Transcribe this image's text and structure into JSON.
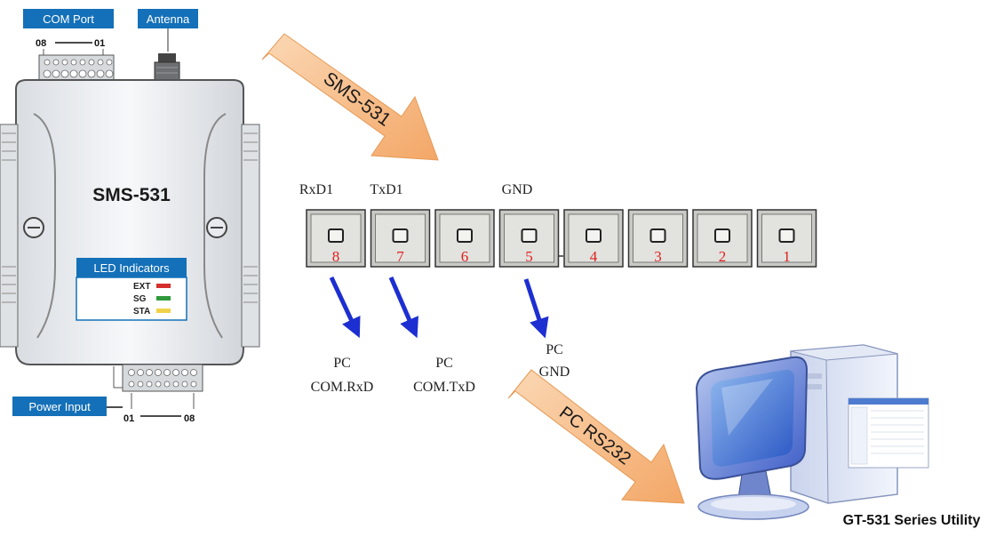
{
  "device": {
    "name": "SMS-531",
    "com_port_label": "COM Port",
    "com_port_left": "08",
    "com_port_right": "01",
    "antenna_label": "Antenna",
    "led_title": "LED Indicators",
    "leds": [
      {
        "label": "EXT",
        "color": "#d62e2e"
      },
      {
        "label": "SG",
        "color": "#2f9a3c"
      },
      {
        "label": "STA",
        "color": "#f0d24a"
      }
    ],
    "power_label": "Power Input",
    "power_left": "01",
    "power_right": "08"
  },
  "arrow_top": {
    "label": "SMS-531",
    "color": "#f6b47a"
  },
  "arrow_bottom": {
    "label": "PC RS232",
    "color": "#f6b47a"
  },
  "pin_header": {
    "labels": [
      "RxD1",
      "TxD1",
      "GND"
    ],
    "pins": [
      "8",
      "7",
      "6",
      "5",
      "4",
      "3",
      "2",
      "1"
    ],
    "pin_number_color": "#e02020"
  },
  "connections": [
    {
      "line1": "PC",
      "line2": "COM.RxD"
    },
    {
      "line1": "PC",
      "line2": "COM.TxD"
    },
    {
      "line1": "PC",
      "line2": "GND"
    }
  ],
  "wire_color": "#1d2fd1",
  "computer": {
    "caption": "GT-531 Series Utility"
  }
}
